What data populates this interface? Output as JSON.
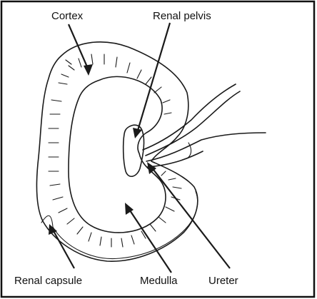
{
  "labels": {
    "cortex": "Cortex",
    "renal_pelvis": "Renal pelvis",
    "renal_capsule": "Renal capsule",
    "medulla": "Medulla",
    "ureter": "Ureter"
  },
  "colors": {
    "ink": "#1a1a1a",
    "background": "#ffffff",
    "frame": "#111111"
  }
}
